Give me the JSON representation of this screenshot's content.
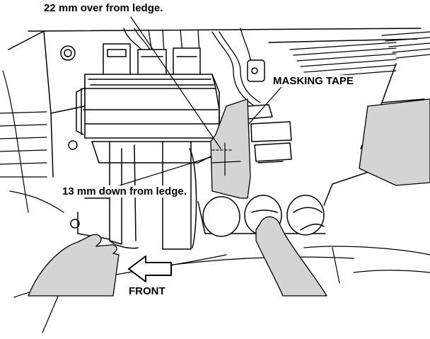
{
  "labels": {
    "over": "22 mm over from ledge.",
    "masking": "MASKING TAPE",
    "down": "13 mm down from ledge.",
    "front": "FRONT"
  },
  "colors": {
    "line": "#000000",
    "tape": "#d4d4d4",
    "hand": "#d4d4d4",
    "paper": "#ffffff"
  }
}
